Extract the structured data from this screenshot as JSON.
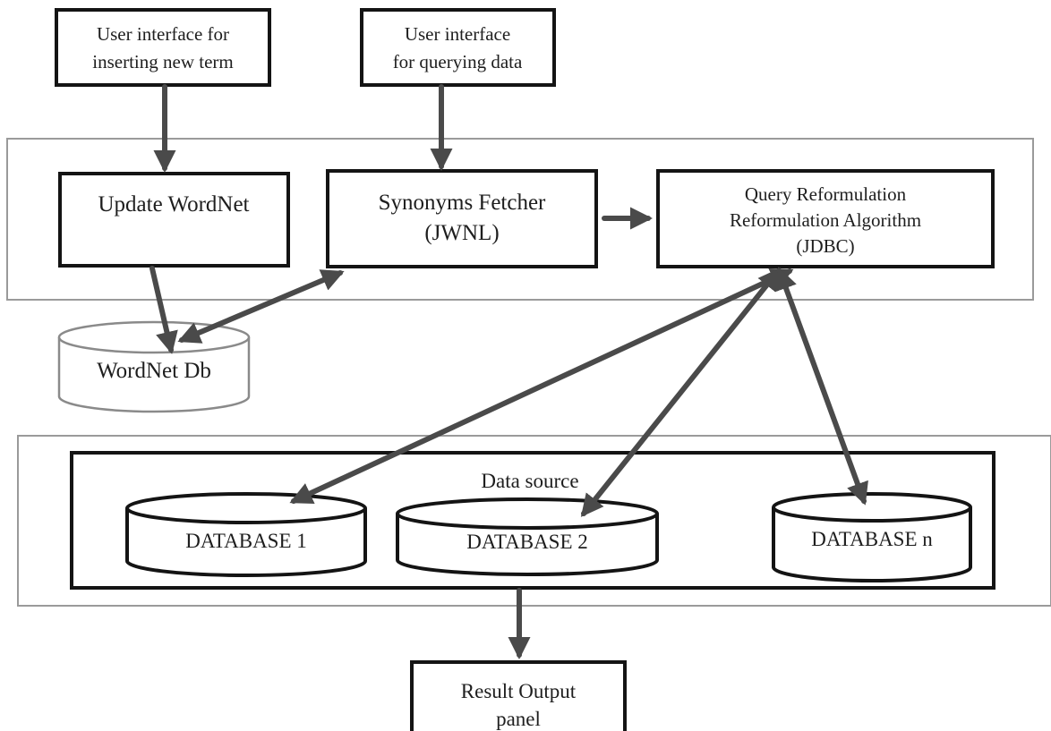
{
  "ui_input_insert": {
    "line1": "User interface for",
    "line2": "inserting new term"
  },
  "ui_input_query": {
    "line1": "User interface",
    "line2": "for querying data"
  },
  "update_wordnet": {
    "label": "Update WordNet"
  },
  "synonyms_fetcher": {
    "line1": "Synonyms Fetcher",
    "line2": "(JWNL)"
  },
  "query_reformulation": {
    "line1": "Query Reformulation",
    "line2": "Reformulation Algorithm",
    "line3": "(JDBC)"
  },
  "wordnet_db": {
    "label": "WordNet Db"
  },
  "data_source": {
    "title": "Data source",
    "databases": [
      "DATABASE 1",
      "DATABASE 2",
      "DATABASE n"
    ]
  },
  "result_output": {
    "line1": "Result Output",
    "line2": "panel"
  },
  "colors": {
    "arrow": "#4a4a4a",
    "box_stroke": "#141414",
    "container_stroke": "#9a9a9a"
  }
}
